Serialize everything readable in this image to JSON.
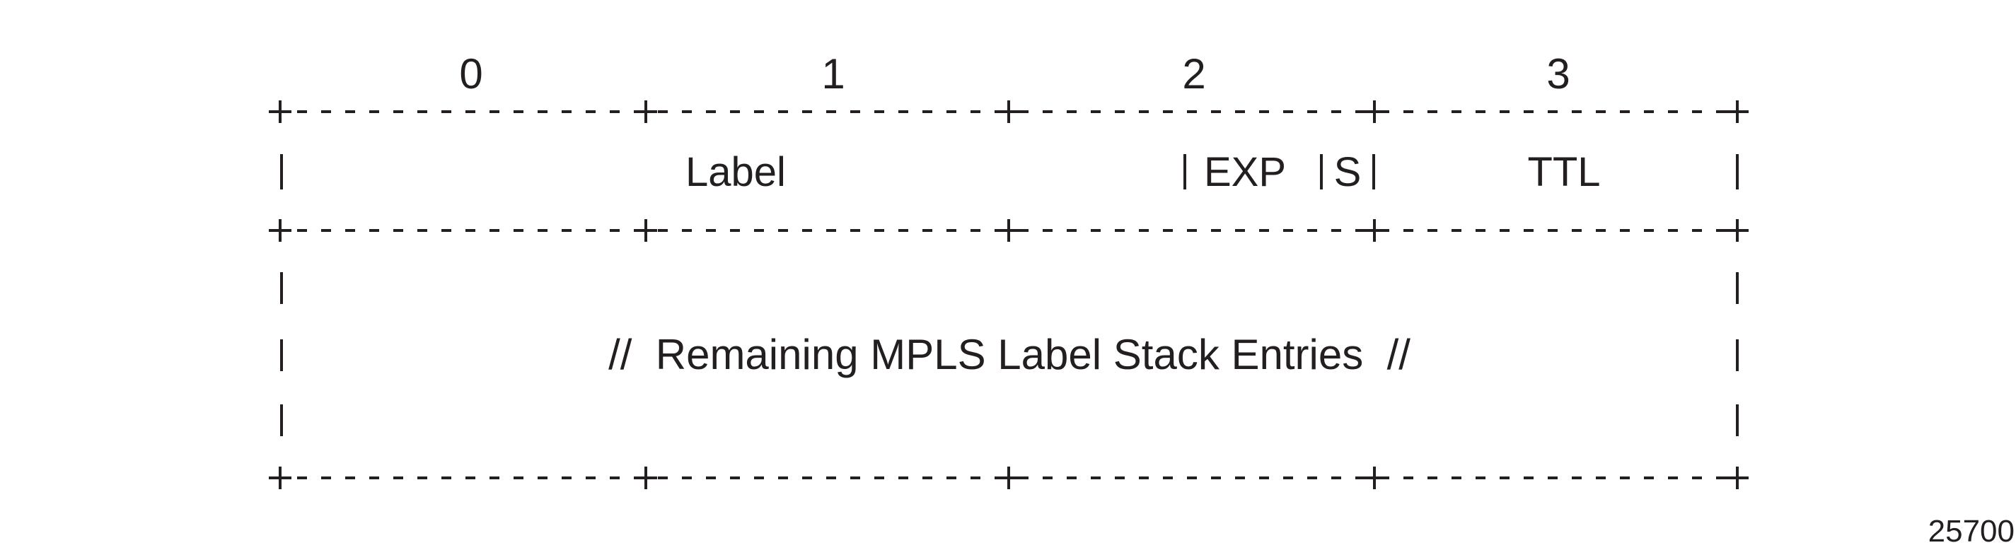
{
  "byte_numbers": [
    "0",
    "1",
    "2",
    "3"
  ],
  "fields": {
    "label": "Label",
    "exp": "EXP",
    "s": "S",
    "ttl": "TTL"
  },
  "remaining_text": "//  Remaining MPLS Label Stack Entries  //",
  "figure_number": "25700"
}
